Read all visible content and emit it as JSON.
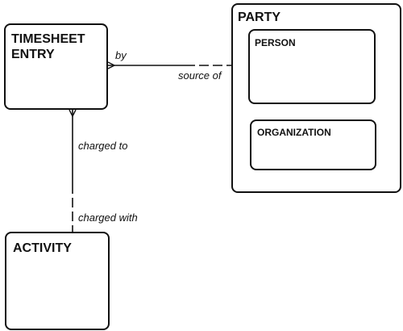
{
  "entities": {
    "timesheet_entry": {
      "label": "TIMESHEET\nENTRY"
    },
    "activity": {
      "label": "ACTIVITY"
    },
    "party": {
      "label": "PARTY"
    },
    "person": {
      "label": "PERSON"
    },
    "organization": {
      "label": "ORGANIZATION"
    }
  },
  "relationships": {
    "timesheet_party": {
      "near_label": "by",
      "far_label": "source of",
      "near_cardinality": "many",
      "near_optionality": "mandatory",
      "far_optionality": "optional"
    },
    "timesheet_activity": {
      "near_label": "charged to",
      "far_label": "charged with",
      "near_cardinality": "many",
      "near_optionality": "mandatory",
      "far_optionality": "optional"
    }
  },
  "colors": {
    "line": "#111111",
    "background": "#ffffff"
  }
}
